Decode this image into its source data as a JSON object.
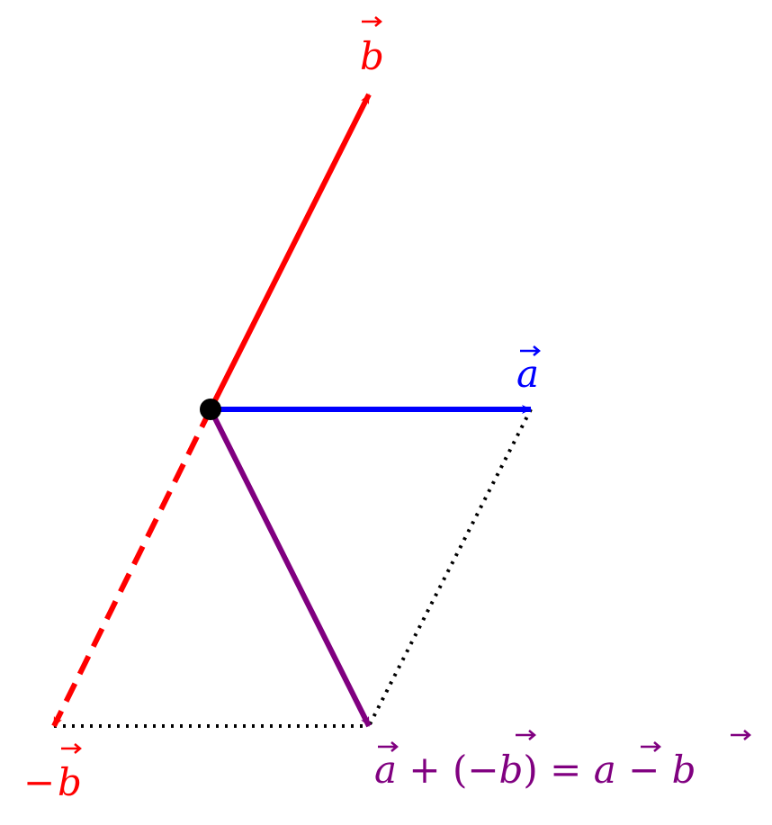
{
  "colors": {
    "vector_a": "#0000ff",
    "vector_b": "#ff0000",
    "vector_neg_b": "#ff0000",
    "vector_difference": "#800080",
    "construction_lines": "#000000",
    "origin_point": "#000000"
  },
  "labels": {
    "a": "a",
    "b": "b",
    "neg_b_sign": "−",
    "neg_b_letter": "b",
    "result_a1": "a",
    "result_plus": " + (−",
    "result_b1": "b",
    "result_close": ") = ",
    "result_a2": "a",
    "result_minus": " − ",
    "result_b2": "b"
  }
}
